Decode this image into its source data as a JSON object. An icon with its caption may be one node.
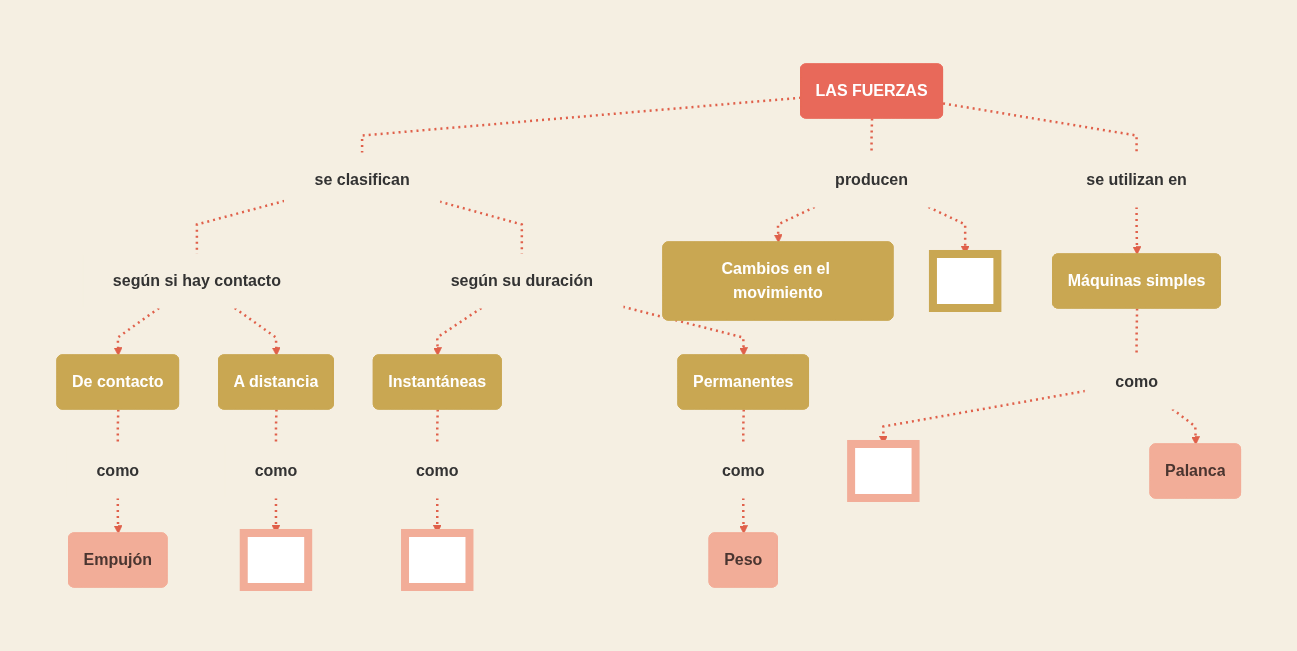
{
  "diagram": {
    "nodes": [
      {
        "text": [
          "LAS FUERZAS"
        ]
      },
      {
        "text": [
          "se clasifican"
        ]
      },
      {
        "text": [
          "producen"
        ]
      },
      {
        "text": [
          "se utilizan en"
        ]
      },
      {
        "text": [
          "según si hay contacto"
        ]
      },
      {
        "text": [
          "según su duración"
        ]
      },
      {
        "text": [
          "Cambios en el movimiento"
        ]
      },
      {
        "text": [],
        "shape": "box"
      },
      {
        "text": [
          "Máquinas simples"
        ]
      },
      {
        "text": [
          "De contacto"
        ]
      },
      {
        "text": [
          "A distancia"
        ]
      },
      {
        "text": [
          "Instantáneas"
        ]
      },
      {
        "text": [
          "Permanentes"
        ]
      },
      {
        "text": [
          "como"
        ]
      },
      {
        "text": [
          "como"
        ]
      },
      {
        "text": [
          "como"
        ]
      },
      {
        "text": [
          "como"
        ]
      },
      {
        "text": [
          "como"
        ]
      },
      {
        "text": [
          "Empujón"
        ]
      },
      {
        "text": [],
        "shape": "box"
      },
      {
        "text": [],
        "shape": "box"
      },
      {
        "text": [
          "Peso"
        ]
      },
      {
        "text": [],
        "shape": "box"
      },
      {
        "text": [
          "Palanca"
        ]
      }
    ],
    "edges": [
      {
        "from": 0,
        "to": 1,
        "arrow": "none",
        "style": "dashed"
      },
      {
        "from": 0,
        "to": 2,
        "arrow": "none",
        "style": "dashed"
      },
      {
        "from": 0,
        "to": 3,
        "arrow": "none",
        "style": "dashed"
      },
      {
        "from": 1,
        "to": 4,
        "arrow": "none",
        "style": "dashed"
      },
      {
        "from": 1,
        "to": 5,
        "arrow": "none",
        "style": "dashed"
      },
      {
        "from": 2,
        "to": 6,
        "arrow": "to",
        "style": "dashed"
      },
      {
        "from": 2,
        "to": 7,
        "arrow": "to",
        "style": "dashed"
      },
      {
        "from": 3,
        "to": 8,
        "arrow": "to",
        "style": "dashed"
      },
      {
        "from": 4,
        "to": 9,
        "arrow": "to",
        "style": "dashed"
      },
      {
        "from": 4,
        "to": 10,
        "arrow": "to",
        "style": "dashed"
      },
      {
        "from": 5,
        "to": 11,
        "arrow": "to",
        "style": "dashed"
      },
      {
        "from": 5,
        "to": 12,
        "arrow": "to",
        "style": "dashed"
      },
      {
        "from": 9,
        "to": 13,
        "arrow": "none",
        "style": "dashed"
      },
      {
        "from": 10,
        "to": 14,
        "arrow": "none",
        "style": "dashed"
      },
      {
        "from": 11,
        "to": 15,
        "arrow": "none",
        "style": "dashed"
      },
      {
        "from": 12,
        "to": 16,
        "arrow": "none",
        "style": "dashed"
      },
      {
        "from": 8,
        "to": 17,
        "arrow": "none",
        "style": "dashed"
      },
      {
        "from": 13,
        "to": 18,
        "arrow": "to",
        "style": "dashed"
      },
      {
        "from": 14,
        "to": 19,
        "arrow": "to",
        "style": "dashed"
      },
      {
        "from": 15,
        "to": 20,
        "arrow": "to",
        "style": "dashed"
      },
      {
        "from": 16,
        "to": 21,
        "arrow": "to",
        "style": "dashed"
      },
      {
        "from": 17,
        "to": 22,
        "arrow": "to",
        "style": "dashed"
      },
      {
        "from": 17,
        "to": 23,
        "arrow": "to",
        "style": "dashed"
      }
    ]
  }
}
